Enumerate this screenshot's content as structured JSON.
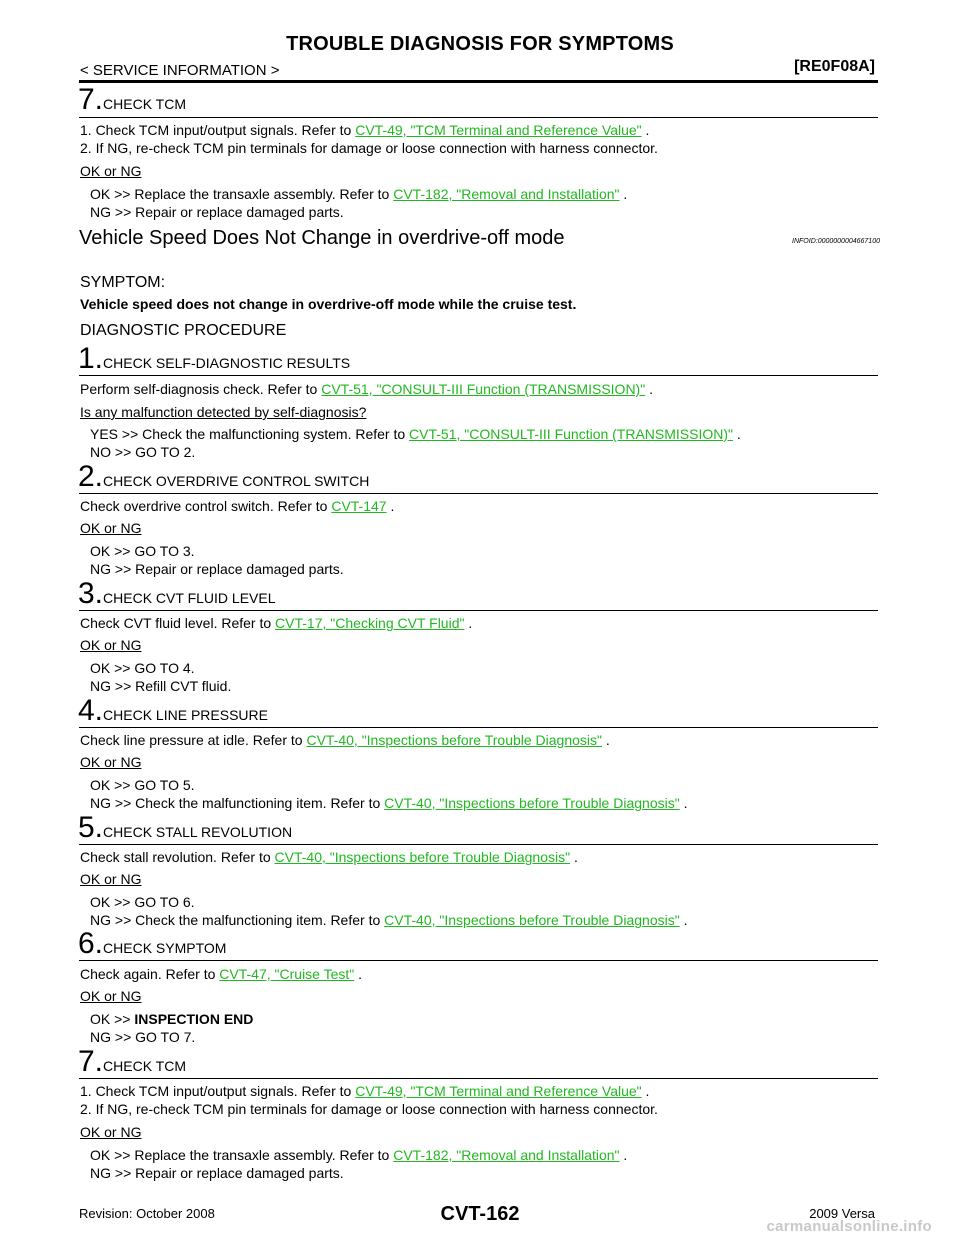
{
  "header": {
    "title": "TROUBLE DIAGNOSIS FOR SYMPTOMS",
    "section": "< SERVICE INFORMATION >",
    "model_code": "[RE0F08A]"
  },
  "top": {
    "step_num": "7.",
    "step_title": "CHECK TCM",
    "line1_pre": "1.   Check TCM input/output signals. Refer to ",
    "line1_link": "CVT-49, \"TCM Terminal and Reference Value\"",
    "line1_post": " .",
    "line2": "2.   If NG, re-check TCM pin terminals for damage or loose connection with harness connector.",
    "question": "OK or NG",
    "ok_pre": "OK       >> Replace the transaxle assembly. Refer to ",
    "ok_link": "CVT-182, \"Removal and Installation\"",
    "ok_post": " .",
    "ng": "NG       >> Repair or replace damaged parts."
  },
  "section": {
    "title": "Vehicle Speed Does Not Change in overdrive-off mode",
    "infoid": "INFOID:0000000004667100",
    "symptom_label": "SYMPTOM:",
    "symptom_text": "Vehicle speed does not change in overdrive-off mode while the cruise test.",
    "procedure_label": "DIAGNOSTIC PROCEDURE"
  },
  "steps": {
    "s1": {
      "num": "1.",
      "title": "CHECK SELF-DIAGNOSTIC RESULTS",
      "line_pre": "Perform self-diagnosis check. Refer to ",
      "line_link": "CVT-51, \"CONSULT-III Function (TRANSMISSION)\"",
      "line_post": " .",
      "question": "Is any malfunction detected by self-diagnosis?",
      "yes_pre": "YES      >> Check the malfunctioning system. Refer to ",
      "yes_link": "CVT-51, \"CONSULT-III Function (TRANSMISSION)\"",
      "yes_post": " .",
      "no": "NO        >> GO TO 2."
    },
    "s2": {
      "num": "2.",
      "title": "CHECK OVERDRIVE CONTROL SWITCH",
      "line_pre": "Check overdrive control switch. Refer to ",
      "line_link": "CVT-147",
      "line_post": " .",
      "question": "OK or NG",
      "ok": "OK       >> GO TO 3.",
      "ng": "NG       >> Repair or replace damaged parts."
    },
    "s3": {
      "num": "3.",
      "title": "CHECK CVT FLUID LEVEL",
      "line_pre": "Check CVT fluid level. Refer to ",
      "line_link": "CVT-17, \"Checking CVT Fluid\"",
      "line_post": " .",
      "question": "OK or NG",
      "ok": "OK       >> GO TO 4.",
      "ng": "NG       >> Refill CVT fluid."
    },
    "s4": {
      "num": "4.",
      "title": "CHECK LINE PRESSURE",
      "line_pre": "Check line pressure at idle. Refer to ",
      "line_link": "CVT-40, \"Inspections before Trouble Diagnosis\"",
      "line_post": " .",
      "question": "OK or NG",
      "ok": "OK       >> GO TO 5.",
      "ng_pre": "NG       >> Check the malfunctioning item. Refer to ",
      "ng_link": "CVT-40, \"Inspections before Trouble Diagnosis\"",
      "ng_post": " ."
    },
    "s5": {
      "num": "5.",
      "title": "CHECK STALL REVOLUTION",
      "line_pre": "Check stall revolution. Refer to ",
      "line_link": "CVT-40, \"Inspections before Trouble Diagnosis\"",
      "line_post": " .",
      "question": "OK or NG",
      "ok": "OK       >> GO TO 6.",
      "ng_pre": "NG       >> Check the malfunctioning item. Refer to ",
      "ng_link": "CVT-40, \"Inspections before Trouble Diagnosis\"",
      "ng_post": " ."
    },
    "s6": {
      "num": "6.",
      "title": "CHECK SYMPTOM",
      "line_pre": "Check again. Refer to ",
      "line_link": "CVT-47, \"Cruise Test\"",
      "line_post": " .",
      "question": "OK or NG",
      "ok_pre": "OK       >> ",
      "ok_bold": "INSPECTION END",
      "ng": "NG       >> GO TO 7."
    },
    "s7": {
      "num": "7.",
      "title": "CHECK TCM",
      "line1_pre": "1.   Check TCM input/output signals. Refer to ",
      "line1_link": "CVT-49, \"TCM Terminal and Reference Value\"",
      "line1_post": " .",
      "line2": "2.   If NG, re-check TCM pin terminals for damage or loose connection with harness connector.",
      "question": "OK or NG",
      "ok_pre": "OK       >> Replace the transaxle assembly. Refer to ",
      "ok_link": "CVT-182, \"Removal and Installation\"",
      "ok_post": " .",
      "ng": "NG       >> Repair or replace damaged parts."
    }
  },
  "footer": {
    "revision": "Revision: October 2008",
    "page": "CVT-162",
    "model": "2009 Versa",
    "watermark": "carmanualsonline.info"
  },
  "colors": {
    "link": "#21b821",
    "text": "#000000",
    "watermark": "#c8c8c8"
  }
}
